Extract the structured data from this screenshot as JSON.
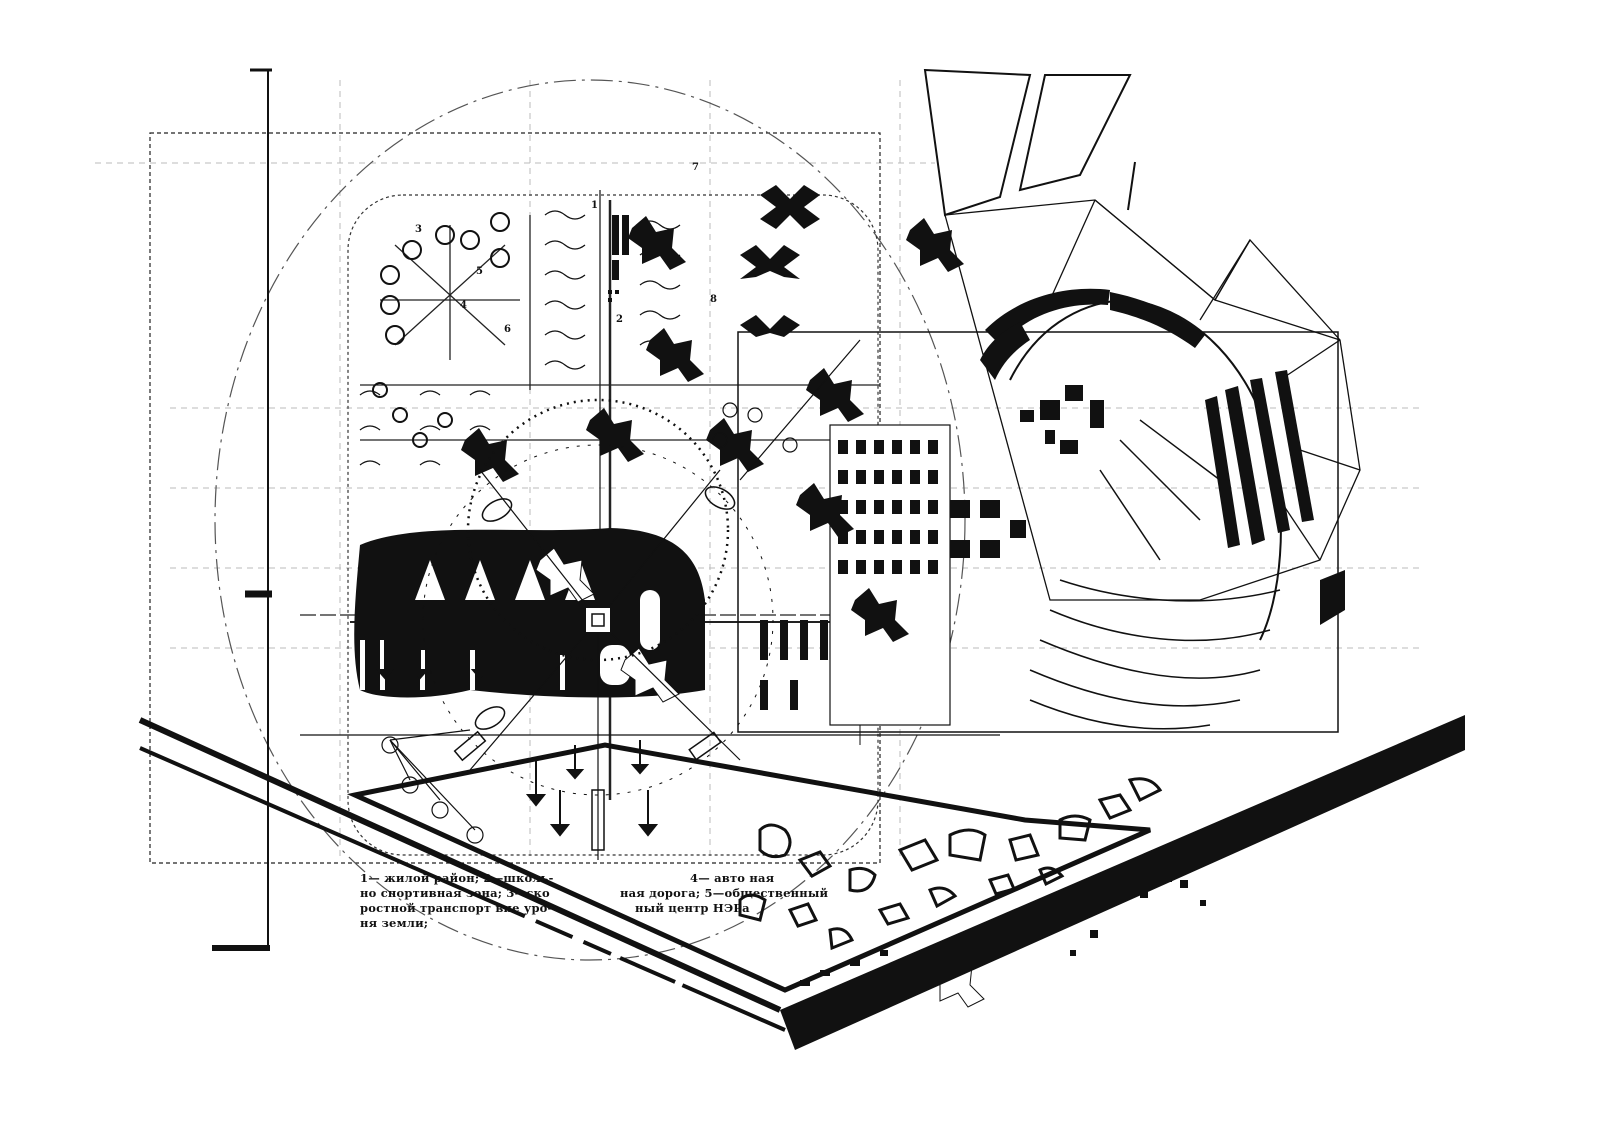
{
  "figure": {
    "caption_lines": [
      "1— жилой район; 2—школь-",
      "но спортивная зона; 3—ско",
      "ростной транспорт вне уро-",
      "ня  земли;"
    ],
    "caption_lines_right": [
      "4— авто  ная",
      "ная дорога; 5—общественный",
      "ный центр НЭРа"
    ],
    "plan_numbers": [
      "1",
      "2",
      "3",
      "4",
      "5",
      "6",
      "7",
      "8"
    ]
  },
  "colors": {
    "ink": "#111111",
    "paper": "#ffffff",
    "guide": "#bdbdbd"
  }
}
